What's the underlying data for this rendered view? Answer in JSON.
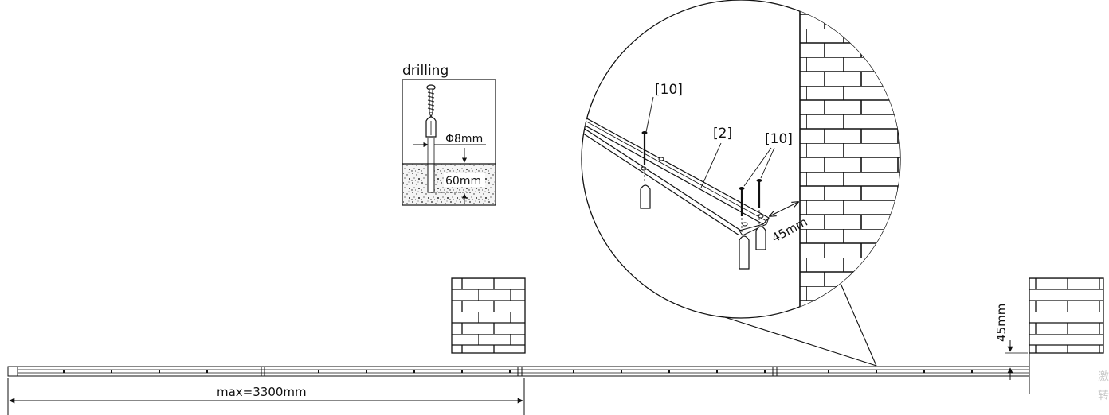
{
  "inset_drilling": {
    "title": "drilling",
    "hole_diameter": "Φ8mm",
    "hole_depth": "60mm"
  },
  "detail": {
    "screw_label_left": "[10]",
    "rail_label": "[2]",
    "screw_label_right": "[10]",
    "wall_distance": "45mm"
  },
  "main": {
    "max_length": "max=3300mm",
    "wall_distance": "45mm"
  },
  "watermark": {
    "line1": "激",
    "line2": "转"
  }
}
